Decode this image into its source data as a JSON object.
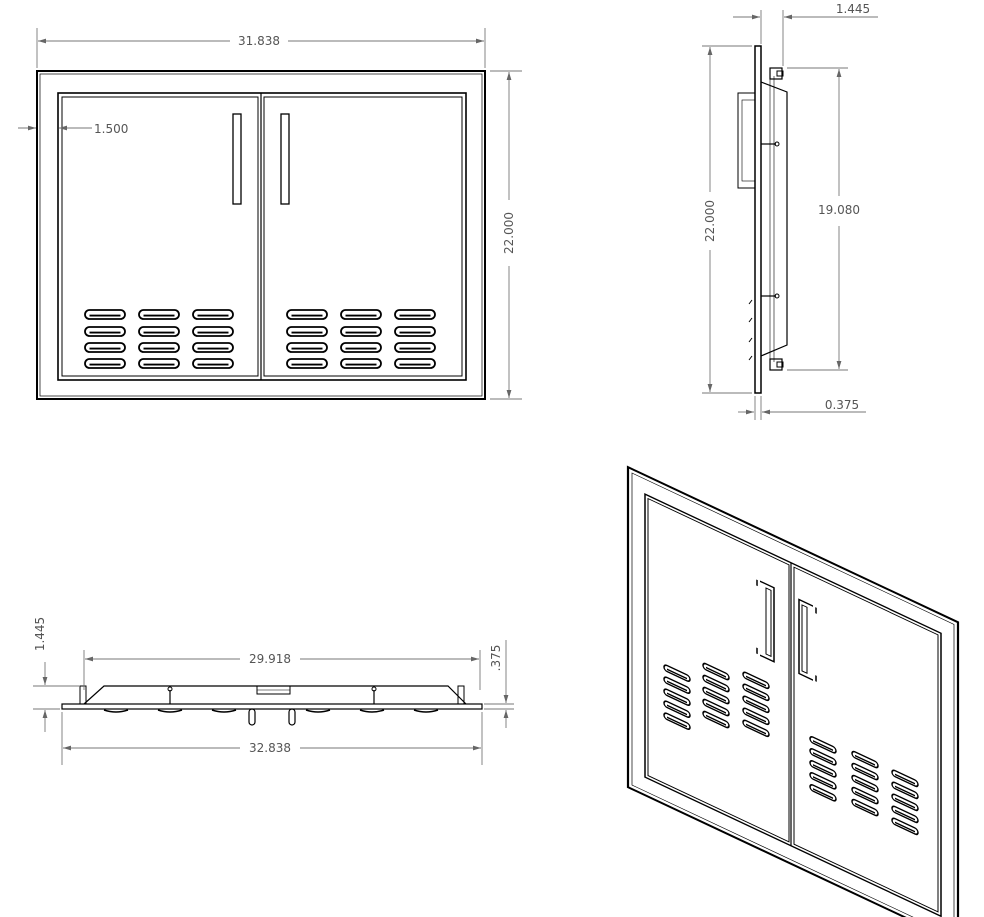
{
  "front_view": {
    "dim_width": "31.838",
    "dim_height": "22.000",
    "dim_frame": "1.500"
  },
  "side_view": {
    "dim_depth": "1.445",
    "dim_height": "22.000",
    "dim_hinge_span": "19.080",
    "dim_flange": "0.375"
  },
  "top_view": {
    "dim_depth": "1.445",
    "dim_inner_width": "29.918",
    "dim_flange": ".375",
    "dim_overall_width": "32.838"
  },
  "colors": {
    "line": "#000000",
    "dimension": "#777777",
    "background": "#ffffff"
  }
}
